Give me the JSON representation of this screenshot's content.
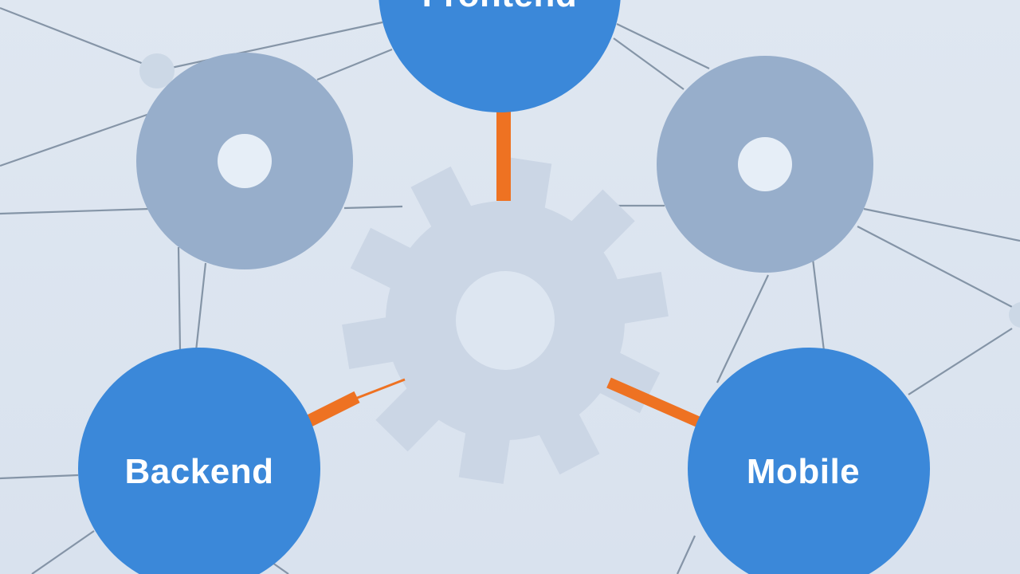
{
  "diagram": {
    "nodes": [
      {
        "id": "frontend",
        "label": "Frontend",
        "kind": "primary"
      },
      {
        "id": "backend",
        "label": "Backend",
        "kind": "primary"
      },
      {
        "id": "mobile",
        "label": "Mobile",
        "kind": "primary"
      },
      {
        "id": "node-left",
        "label": "",
        "kind": "secondary"
      },
      {
        "id": "node-right",
        "label": "",
        "kind": "secondary"
      },
      {
        "id": "gear",
        "label": "",
        "kind": "hub-gear-icon"
      }
    ],
    "connections": [
      {
        "from": "gear",
        "to": "frontend",
        "style": "accent"
      },
      {
        "from": "gear",
        "to": "backend",
        "style": "accent"
      },
      {
        "from": "gear",
        "to": "mobile",
        "style": "accent"
      }
    ]
  },
  "colors": {
    "background": "#dde5ef",
    "primary_node": "#3b88d9",
    "secondary_node": "#97aecb",
    "secondary_core": "#e6eef7",
    "gear": "#cbd6e5",
    "gear_core": "#dde6f1",
    "accent_line": "#ee7222",
    "mesh_line": "#6f8195"
  }
}
